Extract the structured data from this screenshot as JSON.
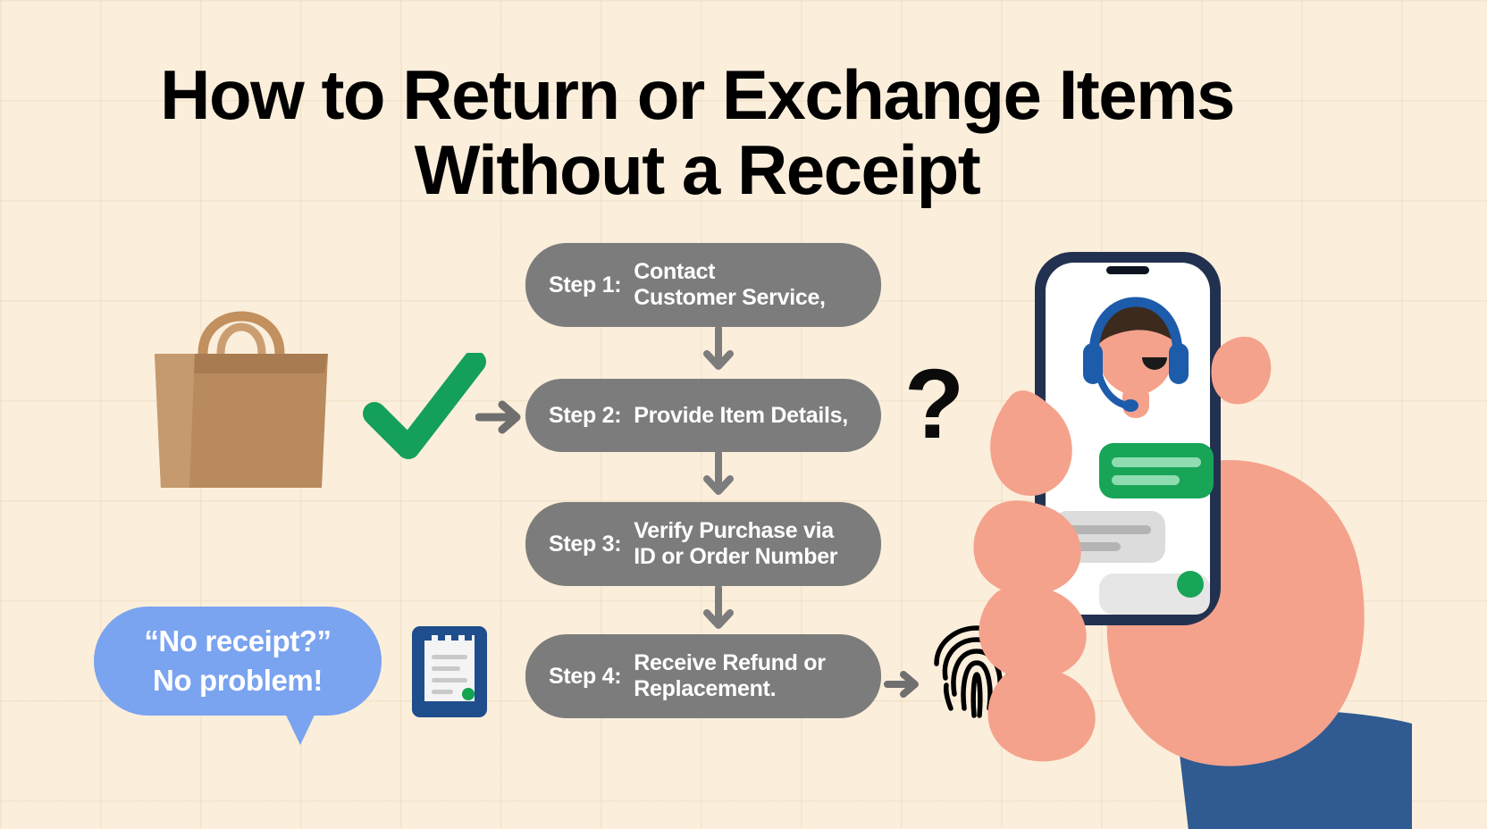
{
  "page": {
    "title_line_1": "How to Return or Exchange Items",
    "title_line_2": "Without a Receipt",
    "background_color": "#fbeedb",
    "grid_line_color": "#e4cdac"
  },
  "steps": {
    "pill_color": "#7c7c7c",
    "text_color": "#ffffff",
    "items": [
      {
        "name": "step-1",
        "label": "Step 1:",
        "text_line_1": "Contact",
        "text_line_2": "Customer Service,"
      },
      {
        "name": "step-2",
        "label": "Step 2:",
        "text_line_1": "Provide Item Details,",
        "text_line_2": ""
      },
      {
        "name": "step-3",
        "label": "Step 3:",
        "text_line_1": "Verify Purchase via",
        "text_line_2": "ID or Order Number"
      },
      {
        "name": "step-4",
        "label": "Step 4:",
        "text_line_1": "Receive Refund or",
        "text_line_2": "Replacement."
      }
    ]
  },
  "speech_bubble": {
    "line_1": "“No receipt?”",
    "line_2": "No problem!",
    "color": "#7aa3f0",
    "text_color": "#ffffff"
  },
  "symbols": {
    "question_mark": "?",
    "checkmark_color": "#14a05a",
    "arrow_color": "#6f6f6f"
  },
  "illustrations": {
    "shopping_bag": "shopping-bag-icon",
    "green_check": "green-checkmark-icon",
    "receipt": "receipt-icon",
    "fingerprint": "fingerprint-icon",
    "phone_in_hand": "phone-in-hand-illustration",
    "support_agent": "headset-support-agent-avatar",
    "chat_bubble_outgoing_color": "#18a558",
    "chat_bubble_incoming_color": "#dcdcdc",
    "phone_frame_color": "#233150",
    "skin_color": "#f4a28c",
    "sleeve_color": "#2f5b92"
  }
}
